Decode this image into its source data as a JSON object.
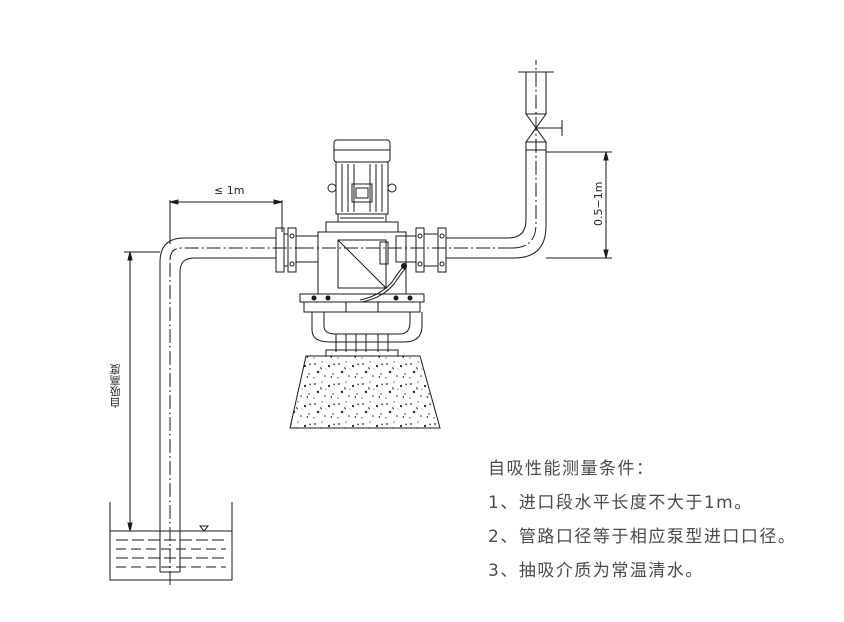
{
  "labels": {
    "inlet_length": "≤ 1m",
    "outlet_height": "0.5−1m",
    "suction_height": "自吸高度"
  },
  "notes": {
    "title": "自吸性能测量条件：",
    "items": [
      "1、进口段水平长度不大于1m。",
      "2、管路口径等于相应泵型进口口径。",
      "3、抽吸介质为常温清水。"
    ]
  },
  "colors": {
    "line": "#1a1a1a",
    "text": "#4a4a4a"
  }
}
